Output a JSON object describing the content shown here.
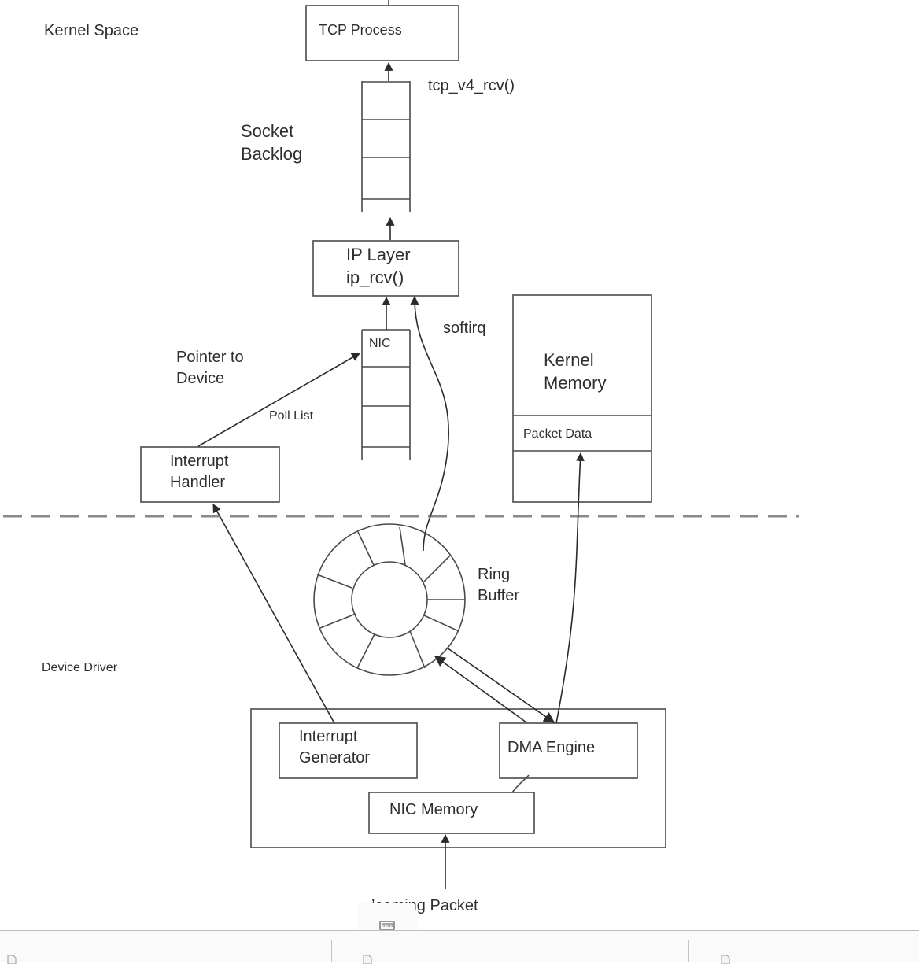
{
  "labels": {
    "kernel_space": "Kernel Space",
    "tcp_process": "TCP Process",
    "tcp_v4_rcv": "tcp_v4_rcv()",
    "socket_backlog": "Socket\nBacklog",
    "ip_layer": "IP Layer\nip_rcv()",
    "softirq": "softirq",
    "nic_queue": "NIC",
    "pointer_to_device": "Pointer to\nDevice",
    "poll_list": "Poll List",
    "kernel_memory": "Kernel\nMemory",
    "packet_data": "Packet Data",
    "interrupt_handler": "Interrupt\nHandler",
    "ring_buffer": "Ring\nBuffer",
    "device_driver": "Device Driver",
    "interrupt_generator": "Interrupt\nGenerator",
    "dma_engine": "DMA Engine",
    "nic_memory": "NIC Memory",
    "incoming_packet": "’coming Packet"
  },
  "colors": {
    "stroke": "#4a4a4a",
    "text": "#2e2e2e",
    "divider": "#8a8a8a"
  },
  "icons": [
    "file-icon",
    "file-icon",
    "file-icon",
    "keyboard-icon"
  ]
}
